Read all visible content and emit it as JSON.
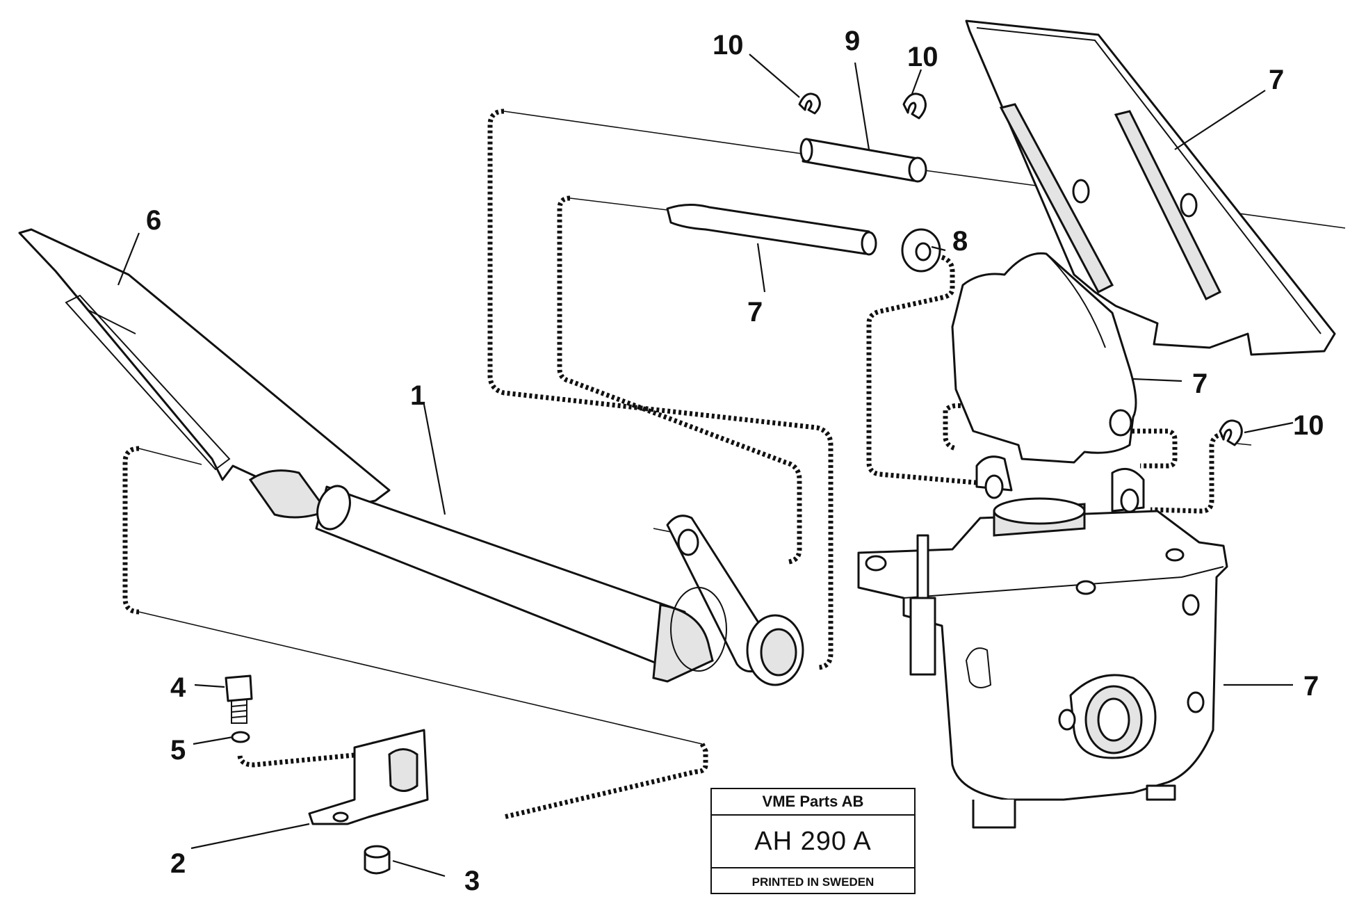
{
  "callouts": {
    "c1": "1",
    "c2": "2",
    "c3": "3",
    "c4": "4",
    "c5": "5",
    "c6": "6",
    "c7_pin": "7",
    "c7_plate": "7",
    "c7_lever": "7",
    "c7_valve": "7",
    "c8": "8",
    "c9": "9",
    "c10_left": "10",
    "c10_mid": "10",
    "c10_right": "10"
  },
  "stamp": {
    "company": "VME Parts AB",
    "code": "AH 290  A",
    "printed": "PRINTED IN SWEDEN"
  }
}
